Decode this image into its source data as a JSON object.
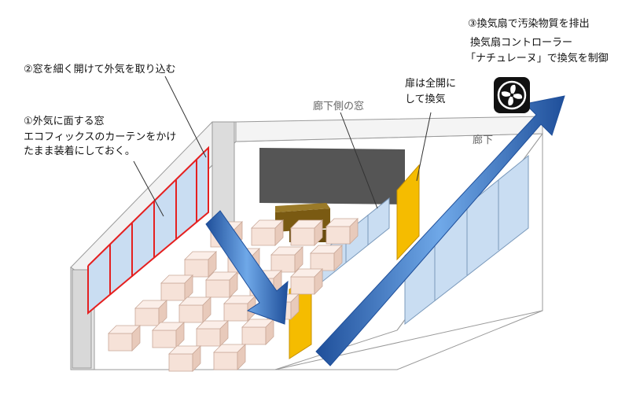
{
  "labels": {
    "label2": "②窓を細く開けて外気を取り込む",
    "label1_title": "①外気に面する窓",
    "label1_line1": "エコフィックスのカーテンをかけ",
    "label1_line2": "たまま装着にしておく。",
    "label3_title": "③換気扇で汚染物質を排出",
    "label3_line1": "換気扇コントローラー",
    "label3_line2": "「ナチュレーヌ」で換気を制御",
    "door_line1": "扉は全開に",
    "door_line2": "して換気",
    "hallway_window": "廊下側の窓",
    "hallway": "廊下"
  },
  "icons": {
    "fan": "ventilation-fan-icon"
  },
  "colors": {
    "arrow": "#3a78c4",
    "door": "#f5bc00",
    "curtain": "#e52020",
    "window": "#c9ddf2",
    "desk": "#f6e2d8",
    "blackboard": "#555555",
    "teacher_desk": "#7a5a12"
  }
}
